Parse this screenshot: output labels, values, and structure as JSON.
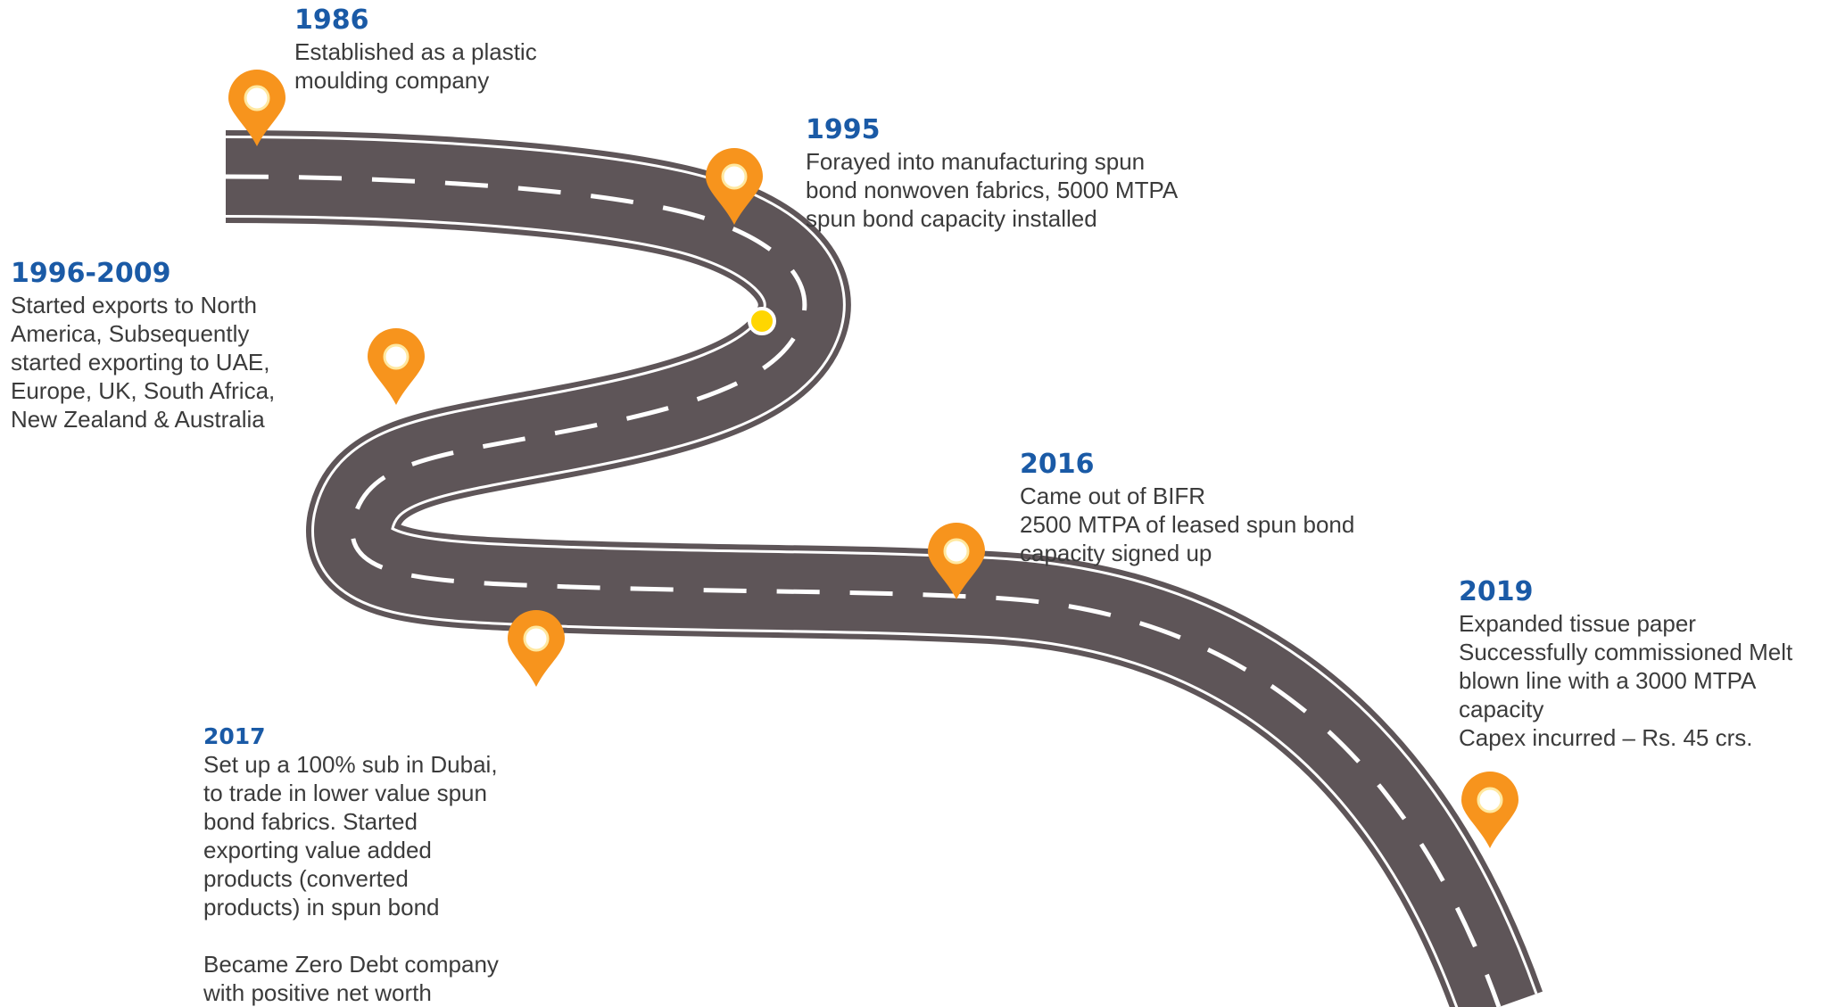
{
  "colors": {
    "road": "#5e5558",
    "road_edge": "#ffffff",
    "pin": "#f7941d",
    "pin_dot": "#ffffff",
    "yellow_dot": "#ffd600",
    "year_text": "#1a5aa6",
    "body_text": "#3b3b3b"
  },
  "milestones": [
    {
      "id": "1986",
      "year": "1986",
      "lines": [
        "Established as a plastic",
        "moulding company"
      ]
    },
    {
      "id": "1995",
      "year": "1995",
      "lines": [
        "Forayed into manufacturing spun",
        "bond nonwoven fabrics, 5000 MTPA",
        "spun bond capacity installed"
      ]
    },
    {
      "id": "1996-2009",
      "year": "1996-2009",
      "lines": [
        "Started exports to North",
        "America, Subsequently",
        "started exporting to UAE,",
        "Europe, UK, South Africa,",
        "New Zealand & Australia"
      ]
    },
    {
      "id": "2016",
      "year": "2016",
      "lines": [
        "Came out of BIFR",
        "2500 MTPA of leased spun bond",
        "capacity signed up"
      ]
    },
    {
      "id": "2019",
      "year": "2019",
      "lines": [
        "Expanded tissue paper",
        "Successfully commissioned Melt",
        "blown line with a 3000 MTPA",
        "capacity",
        "Capex incurred – Rs. 45 crs."
      ]
    },
    {
      "id": "2017",
      "year": "2017",
      "lines": [
        "Set up a 100% sub in Dubai,",
        "to trade in lower value spun",
        "bond fabrics. Started",
        "exporting value added",
        "products (converted",
        "products) in spun bond",
        "",
        "Became Zero Debt company",
        "with positive net worth"
      ]
    }
  ],
  "pins": [
    {
      "name": "pin-1986"
    },
    {
      "name": "pin-1995"
    },
    {
      "name": "pin-1996-2009"
    },
    {
      "name": "pin-2016"
    },
    {
      "name": "pin-2017"
    },
    {
      "name": "pin-2019"
    }
  ]
}
